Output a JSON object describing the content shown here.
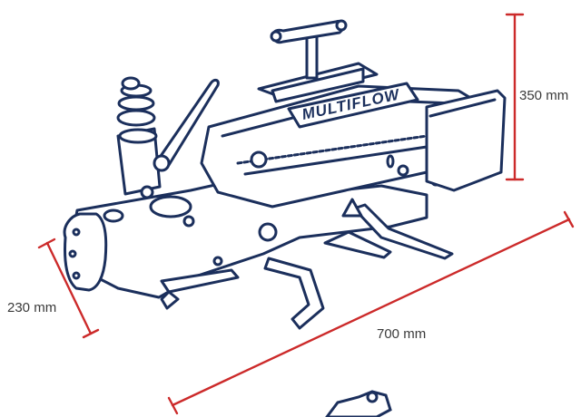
{
  "dimensions": {
    "height": "350 mm",
    "depth": "230 mm",
    "length": "700 mm"
  },
  "machine": {
    "brand": "MULTIFLOW"
  },
  "colors": {
    "outline": "#1b2f5c",
    "dimension_line": "#cc2a2a",
    "label_text": "#3a3a3a",
    "background": "#ffffff"
  }
}
